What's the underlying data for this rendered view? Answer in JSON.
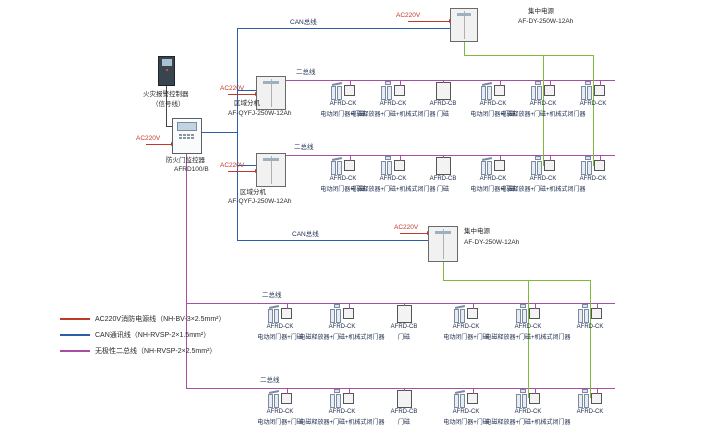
{
  "colors": {
    "power_line": "#c0392b",
    "can_line": "#2b5ea7",
    "two_wire_line": "#a84fa5",
    "dc_line": "#7fb93c",
    "signal_line": "#444444"
  },
  "left_panel": {
    "fire_alarm_controller": {
      "label": "火灾报警控制器",
      "sublabel": "（信号线）"
    },
    "monitor": {
      "power_label": "AC220V",
      "label": "防火门监控器",
      "model": "AFRD100/B"
    }
  },
  "top_power": {
    "power_label": "AC220V",
    "can_label": "CAN总线",
    "name": "集中电源",
    "model": "AF-DY-250W-12Ah"
  },
  "mid_power": {
    "power_label": "AC220V",
    "can_label": "CAN总线",
    "name": "集中电源",
    "model": "AF-DY-250W-12Ah"
  },
  "region_units": [
    {
      "power_label": "AC220V",
      "name": "区域分机",
      "model": "AF-QYFJ-250W-12Ah"
    },
    {
      "power_label": "AC220V",
      "name": "区域分机",
      "model": "AF-QYFJ-250W-12Ah"
    }
  ],
  "device_rows": [
    {
      "bus_label": "二总线",
      "groups": [
        {
          "icon": "door-closer",
          "module": "AFRD-CK",
          "desc": "电动闭门器+门磁"
        },
        {
          "icon": "door-release",
          "module": "AFRD-CK",
          "desc": "电磁释放器+门磁+机械式闭门器"
        },
        {
          "icon": "magnet-box",
          "module": "AFRD-CB",
          "desc": "门磁"
        },
        {
          "icon": "door-closer",
          "module": "AFRD-CK",
          "desc": "电动闭门器+门磁"
        },
        {
          "icon": "door-release",
          "module": "AFRD-CK",
          "desc": "电磁释放器+门磁+机械式闭门器"
        },
        {
          "icon": "door-release",
          "module": "AFRD-CK",
          "desc": ""
        }
      ]
    },
    {
      "bus_label": "二总线",
      "groups": [
        {
          "icon": "door-closer",
          "module": "AFRD-CK",
          "desc": "电动闭门器+门磁"
        },
        {
          "icon": "door-release",
          "module": "AFRD-CK",
          "desc": "电磁释放器+门磁+机械式闭门器"
        },
        {
          "icon": "magnet-box",
          "module": "AFRD-CB",
          "desc": "门磁"
        },
        {
          "icon": "door-closer",
          "module": "AFRD-CK",
          "desc": "电动闭门器+门磁"
        },
        {
          "icon": "door-release",
          "module": "AFRD-CK",
          "desc": "电磁释放器+门磁+机械式闭门器"
        },
        {
          "icon": "door-release",
          "module": "AFRD-CK",
          "desc": ""
        }
      ]
    },
    {
      "bus_label": "二总线",
      "groups": [
        {
          "icon": "door-closer",
          "module": "AFRD-CK",
          "desc": "电动闭门器+门磁"
        },
        {
          "icon": "door-release",
          "module": "AFRD-CK",
          "desc": "电磁释放器+门磁+机械式闭门器"
        },
        {
          "icon": "magnet-box",
          "module": "AFRD-CB",
          "desc": "门磁"
        },
        {
          "icon": "door-closer",
          "module": "AFRD-CK",
          "desc": "电动闭门器+门磁"
        },
        {
          "icon": "door-release",
          "module": "AFRD-CK",
          "desc": "电磁释放器+门磁+机械式闭门器"
        },
        {
          "icon": "door-release",
          "module": "AFRD-CK",
          "desc": ""
        }
      ]
    },
    {
      "bus_label": "二总线",
      "groups": [
        {
          "icon": "door-closer",
          "module": "AFRD-CK",
          "desc": "电动闭门器+门磁"
        },
        {
          "icon": "door-release",
          "module": "AFRD-CK",
          "desc": "电磁释放器+门磁+机械式闭门器"
        },
        {
          "icon": "magnet-box",
          "module": "AFRD-CB",
          "desc": "门磁"
        },
        {
          "icon": "door-closer",
          "module": "AFRD-CK",
          "desc": "电动闭门器+门磁"
        },
        {
          "icon": "door-release",
          "module": "AFRD-CK",
          "desc": "电磁释放器+门磁+机械式闭门器"
        },
        {
          "icon": "door-release",
          "module": "AFRD-CK",
          "desc": ""
        }
      ]
    }
  ],
  "legend": [
    {
      "color": "#c0392b",
      "label": "AC220V消防电源线（NH-BV-3×2.5mm²）"
    },
    {
      "color": "#2b5ea7",
      "label": "CAN通讯线（NH-RVSP-2×1.5mm²）"
    },
    {
      "color": "#a84fa5",
      "label": "无极性二总线（NH-RVSP-2×2.5mm²）"
    }
  ]
}
